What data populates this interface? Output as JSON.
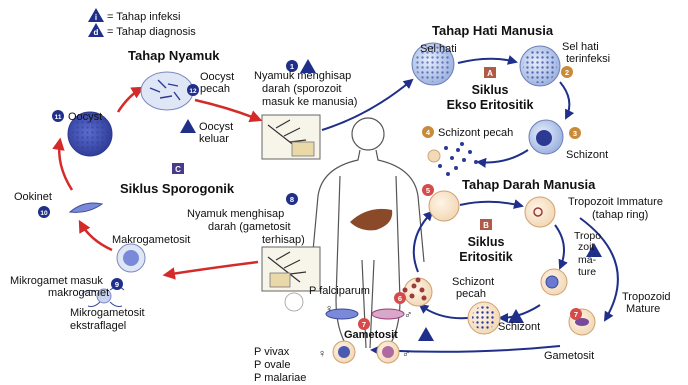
{
  "legend": {
    "infection": "= Tahap infeksi",
    "diagnosis": "= Tahap diagnosis",
    "infection_symbol": "i",
    "diagnosis_symbol": "d"
  },
  "stages": {
    "mosquito": "Tahap Nyamuk",
    "liver": "Tahap Hati Manusia",
    "blood": "Tahap Darah Manusia"
  },
  "cycles": {
    "sporogonic": "Siklus Sporogonik",
    "exo_line1": "Siklus",
    "exo_line2": "Ekso Eritositik",
    "ery_line1": "Siklus",
    "ery_line2": "Eritositik",
    "letter_a": "A",
    "letter_b": "B",
    "letter_c": "C"
  },
  "steps": {
    "s1_line1": "Nyamuk menghisap",
    "s1_line2": "darah (sporozoit",
    "s1_line3": "masuk ke manusia)",
    "s8_line1": "Nyamuk menghisap",
    "s8_line2": "darah (gametosit",
    "s8_line3": "terhisap)"
  },
  "labels": {
    "sel_hati": "Sel hati",
    "sel_hati_inf1": "Sel hati",
    "sel_hati_inf2": "terinfeksi",
    "schizont_liver": "Schizont",
    "schizont_pecah_liver": "Schizont pecah",
    "tropo_immature1": "Tropozoit Immature",
    "tropo_immature2": "(tahap ring)",
    "tropo_mature_a1": "Tropo",
    "tropo_mature_a2": "zoit",
    "tropo_mature_a3": "ma-",
    "tropo_mature_a4": "ture",
    "tropo_mature_b1": "Tropozoid",
    "tropo_mature_b2": "Mature",
    "schizont_blood": "Schizont",
    "schizont_pecah_blood1": "Schizont",
    "schizont_pecah_blood2": "pecah",
    "gametosit_right": "Gametosit",
    "gametosit_center": "Gametosit",
    "p_falciparum": "P falciparum",
    "p_vivax": "P vivax",
    "p_ovale": "P ovale",
    "p_malariae": "P malariae",
    "oocyst_pecah1": "Oocyst",
    "oocyst_pecah2": "pecah",
    "oocyst_keluar1": "Oocyst",
    "oocyst_keluar2": "keluar",
    "oocyst": "Oocyst",
    "ookinet": "Ookinet",
    "makrogametosit": "Makrogametosit",
    "mikrogamet1": "Mikrogamet masuk",
    "mikrogamet2": "makrogamet",
    "mikrogametosit1": "Mikrogametosit",
    "mikrogametosit2": "ekstraflagel",
    "female": "♀",
    "male": "♂"
  },
  "step_numbers": {
    "n1": "1",
    "n2": "2",
    "n3": "3",
    "n4": "4",
    "n5": "5",
    "n6": "6",
    "n7a": "7",
    "n7b": "7",
    "n8": "8",
    "n9": "9",
    "n10": "10",
    "n11": "11",
    "n12": "12"
  },
  "colors": {
    "sporogonic_arrow": "#d42a2a",
    "human_arrow": "#1f2f8a",
    "badge_blue": "#1f2f8a",
    "badge_orange": "#c98a3a",
    "badge_red": "#d64a4a",
    "letter_box": "#b05a4a",
    "letter_c": "#4a3a8a"
  }
}
